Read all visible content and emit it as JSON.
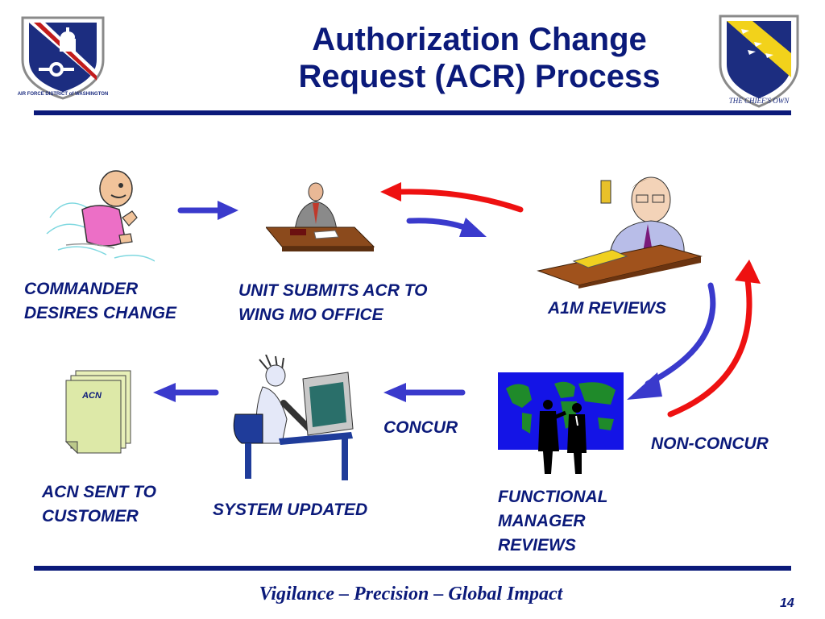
{
  "title": {
    "line1": "Authorization Change",
    "line2": "Request (ACR) Process"
  },
  "logos": {
    "left": {
      "text": "AIR FORCE DISTRICT of WASHINGTON"
    },
    "right": {
      "text": "THE CHIEF'S OWN"
    }
  },
  "steps": {
    "commander": {
      "line1": "COMMANDER",
      "line2": "DESIRES CHANGE"
    },
    "unit": {
      "line1": "UNIT SUBMITS ACR TO",
      "line2": "WING MO OFFICE"
    },
    "a1m": {
      "line1": "A1M REVIEWS"
    },
    "functional": {
      "line1": "FUNCTIONAL",
      "line2": "MANAGER",
      "line3": "REVIEWS"
    },
    "system": {
      "line1": "SYSTEM UPDATED"
    },
    "acn": {
      "line1": "ACN SENT TO",
      "line2": "CUSTOMER",
      "doc_label": "ACN"
    }
  },
  "arrows": {
    "concur": "CONCUR",
    "non_concur": "NON-CONCUR"
  },
  "colors": {
    "navy": "#0b1a7a",
    "arrow_blue": "#3a3acc",
    "arrow_red": "#ee1111"
  },
  "footer": {
    "motto": "Vigilance  –  Precision  –  Global Impact",
    "page": "14"
  }
}
